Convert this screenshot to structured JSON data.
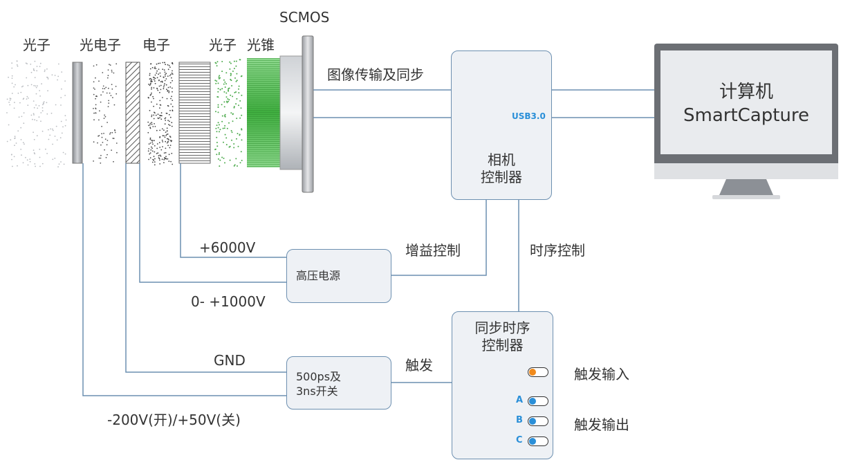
{
  "top_labels": {
    "photon1": "光子",
    "photoelectron": "光电子",
    "electron": "电子",
    "photon2": "光子",
    "fiber_cone": "光锥",
    "scmos": "SCMOS"
  },
  "signal_labels": {
    "image_transfer": "图像传输及同步",
    "gain_control": "增益控制",
    "timing_control": "时序控制",
    "trigger": "触发",
    "trigger_in": "触发输入",
    "trigger_out": "触发输出",
    "v6000": "+6000V",
    "v1000": "0- +1000V",
    "gnd": "GND",
    "v200": "-200V(开)/+50V(关)"
  },
  "camera_controller": {
    "line1": "相机",
    "line2": "控制器",
    "usb": "USB3.0",
    "usb_icon": "usb-icon"
  },
  "computer": {
    "line1": "计算机",
    "line2": "SmartCapture"
  },
  "hv_supply": {
    "label": "高压电源",
    "icon": "lightning-icon"
  },
  "gate_switch": {
    "line1": "500ps及",
    "line2": "3ns开关",
    "icon": "switch-icon"
  },
  "timing_controller": {
    "line1": "同步时序",
    "line2": "控制器",
    "outputs": [
      "A",
      "B",
      "C"
    ]
  },
  "colors": {
    "line": "#6c8fb0",
    "accent": "#2a8fd8",
    "orange": "#f08a1c",
    "green": "#5cc05c"
  }
}
